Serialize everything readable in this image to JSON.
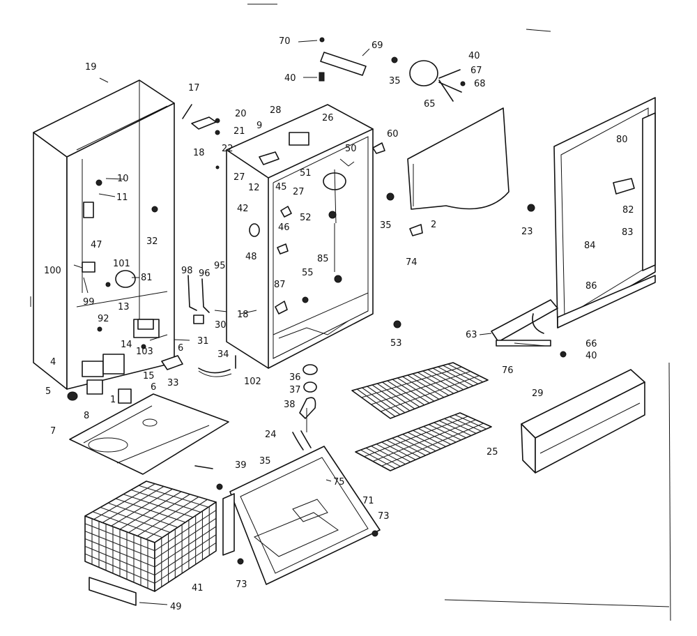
{
  "labels": [
    {
      "id": "p19",
      "text": "19"
    },
    {
      "id": "p17",
      "text": "17"
    },
    {
      "id": "p20",
      "text": "20"
    },
    {
      "id": "p21",
      "text": "21"
    },
    {
      "id": "p18a",
      "text": "18"
    },
    {
      "id": "p22",
      "text": "22"
    },
    {
      "id": "p10",
      "text": "10"
    },
    {
      "id": "p11",
      "text": "11"
    },
    {
      "id": "p47",
      "text": "47"
    },
    {
      "id": "p32",
      "text": "32"
    },
    {
      "id": "p100",
      "text": "100"
    },
    {
      "id": "p101",
      "text": "101"
    },
    {
      "id": "p81",
      "text": "81"
    },
    {
      "id": "p99",
      "text": "99"
    },
    {
      "id": "p13",
      "text": "13"
    },
    {
      "id": "p92",
      "text": "92"
    },
    {
      "id": "p98",
      "text": "98"
    },
    {
      "id": "p96",
      "text": "96"
    },
    {
      "id": "p95",
      "text": "95"
    },
    {
      "id": "p18b",
      "text": "18"
    },
    {
      "id": "p30",
      "text": "30"
    },
    {
      "id": "p31",
      "text": "31"
    },
    {
      "id": "p14",
      "text": "14"
    },
    {
      "id": "p103",
      "text": "103"
    },
    {
      "id": "p6a",
      "text": "6"
    },
    {
      "id": "p4",
      "text": "4"
    },
    {
      "id": "p15",
      "text": "15"
    },
    {
      "id": "p33",
      "text": "33"
    },
    {
      "id": "p5",
      "text": "5"
    },
    {
      "id": "p6b",
      "text": "6"
    },
    {
      "id": "p1",
      "text": "1"
    },
    {
      "id": "p8",
      "text": "8"
    },
    {
      "id": "p7",
      "text": "7"
    },
    {
      "id": "p28",
      "text": "28"
    },
    {
      "id": "p26",
      "text": "26"
    },
    {
      "id": "p9",
      "text": "9"
    },
    {
      "id": "p27a",
      "text": "27"
    },
    {
      "id": "p12",
      "text": "12"
    },
    {
      "id": "p50",
      "text": "50"
    },
    {
      "id": "p51",
      "text": "51"
    },
    {
      "id": "p45",
      "text": "45"
    },
    {
      "id": "p27b",
      "text": "27"
    },
    {
      "id": "p42",
      "text": "42"
    },
    {
      "id": "p46",
      "text": "46"
    },
    {
      "id": "p52",
      "text": "52"
    },
    {
      "id": "p48",
      "text": "48"
    },
    {
      "id": "p85",
      "text": "85"
    },
    {
      "id": "p55",
      "text": "55"
    },
    {
      "id": "p87",
      "text": "87"
    },
    {
      "id": "p53",
      "text": "53"
    },
    {
      "id": "p34",
      "text": "34"
    },
    {
      "id": "p102",
      "text": "102"
    },
    {
      "id": "p36",
      "text": "36"
    },
    {
      "id": "p37",
      "text": "37"
    },
    {
      "id": "p38",
      "text": "38"
    },
    {
      "id": "p24",
      "text": "24"
    },
    {
      "id": "p39",
      "text": "39"
    },
    {
      "id": "p35a",
      "text": "35"
    },
    {
      "id": "p75",
      "text": "75"
    },
    {
      "id": "p71",
      "text": "71"
    },
    {
      "id": "p73a",
      "text": "73"
    },
    {
      "id": "p73b",
      "text": "73"
    },
    {
      "id": "p41",
      "text": "41"
    },
    {
      "id": "p49",
      "text": "49"
    },
    {
      "id": "p70",
      "text": "70"
    },
    {
      "id": "p40a",
      "text": "40"
    },
    {
      "id": "p69",
      "text": "69"
    },
    {
      "id": "p35b",
      "text": "35"
    },
    {
      "id": "p40b",
      "text": "40"
    },
    {
      "id": "p67",
      "text": "67"
    },
    {
      "id": "p68",
      "text": "68"
    },
    {
      "id": "p65",
      "text": "65"
    },
    {
      "id": "p60",
      "text": "60"
    },
    {
      "id": "p35c",
      "text": "35"
    },
    {
      "id": "p2",
      "text": "2"
    },
    {
      "id": "p23",
      "text": "23"
    },
    {
      "id": "p74",
      "text": "74"
    },
    {
      "id": "p80",
      "text": "80"
    },
    {
      "id": "p82",
      "text": "82"
    },
    {
      "id": "p83",
      "text": "83"
    },
    {
      "id": "p84",
      "text": "84"
    },
    {
      "id": "p86",
      "text": "86"
    },
    {
      "id": "p63",
      "text": "63"
    },
    {
      "id": "p66",
      "text": "66"
    },
    {
      "id": "p40c",
      "text": "40"
    },
    {
      "id": "p76",
      "text": "76"
    },
    {
      "id": "p25",
      "text": "25"
    },
    {
      "id": "p29",
      "text": "29"
    }
  ]
}
